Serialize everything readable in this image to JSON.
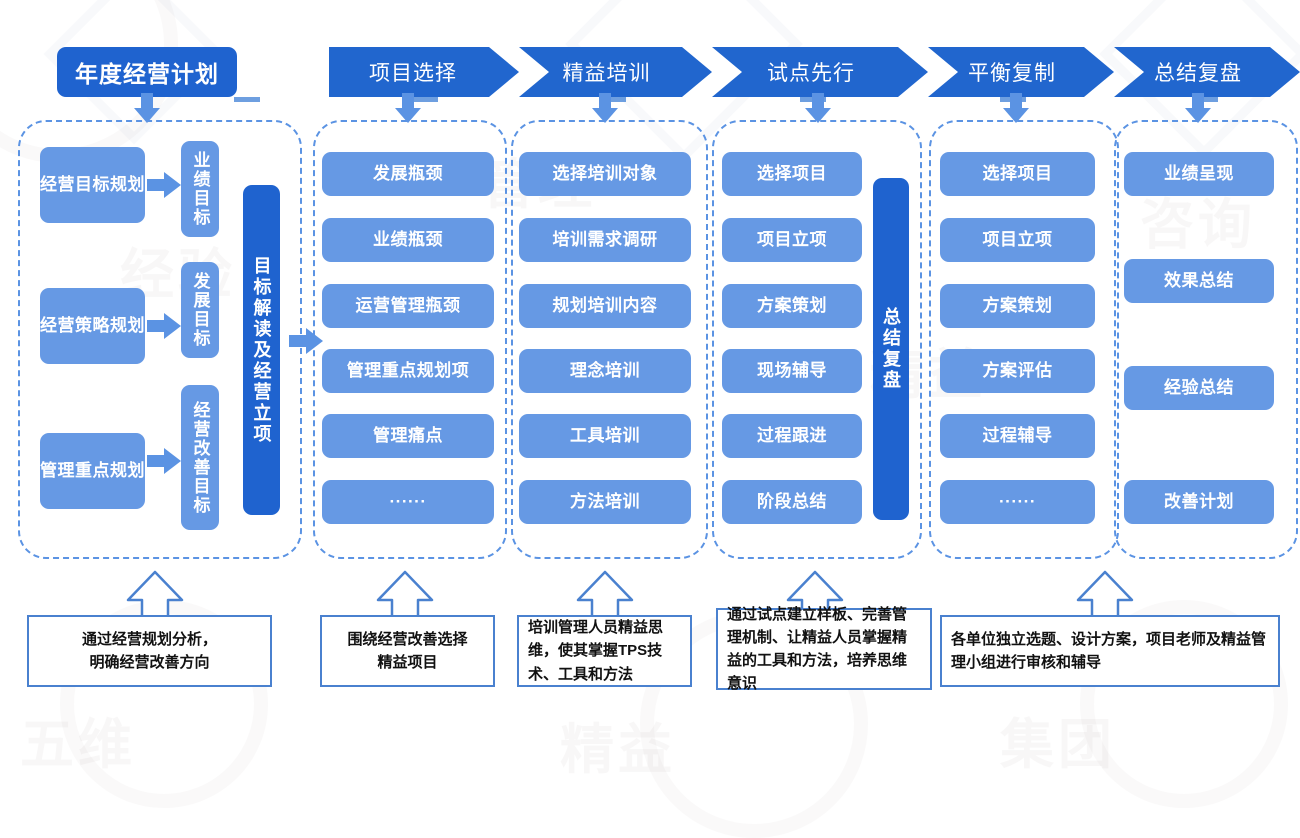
{
  "title": "年度经营计划",
  "colors": {
    "card_blue": "#6699e4",
    "dark_blue": "#1f63cf",
    "chevron_blue": "#2166ce",
    "dashed_border": "#5b93e3",
    "caption_border": "#4a81cf"
  },
  "header": {
    "banner_label": "年度经营计划",
    "stages": [
      {
        "label": "项目选择"
      },
      {
        "label": "精益培训"
      },
      {
        "label": "试点先行"
      },
      {
        "label": "平衡复制"
      },
      {
        "label": "总结复盘"
      }
    ]
  },
  "columns": [
    {
      "id": "plan",
      "pairs": [
        {
          "source": "经营目标规划",
          "target": "业绩目标"
        },
        {
          "source": "经营策略规划",
          "target": "发展目标"
        },
        {
          "source": "管理重点规划",
          "target": "经营改善目标"
        }
      ],
      "side_bar": "目标解读及经营立项"
    },
    {
      "id": "project-selection",
      "items": [
        "发展瓶颈",
        "业绩瓶颈",
        "运营管理瓶颈",
        "管理重点规划项",
        "管理痛点",
        "······"
      ]
    },
    {
      "id": "lean-training",
      "items": [
        "选择培训对象",
        "培训需求调研",
        "规划培训内容",
        "理念培训",
        "工具培训",
        "方法培训"
      ]
    },
    {
      "id": "pilot-first",
      "items": [
        "选择项目",
        "项目立项",
        "方案策划",
        "现场辅导",
        "过程跟进",
        "阶段总结"
      ],
      "side_bar": "总结复盘"
    },
    {
      "id": "balanced-replication",
      "items": [
        "选择项目",
        "项目立项",
        "方案策划",
        "方案评估",
        "过程辅导",
        "······"
      ]
    },
    {
      "id": "summary-review",
      "items": [
        "业绩呈现",
        "效果总结",
        "经验总结",
        "改善计划"
      ]
    }
  ],
  "captions": [
    {
      "id": "caption-plan",
      "text": "通过经营规划分析，\n明确经营改善方向"
    },
    {
      "id": "caption-project-selection",
      "text": "围绕经营改善选择\n精益项目"
    },
    {
      "id": "caption-lean-training",
      "text": "培训管理人员精益思维，使其掌握TPS技术、工具和方法"
    },
    {
      "id": "caption-pilot-first",
      "text": "通过试点建立样板、完善管理机制、让精益人员掌握精益的工具和方法，培养思维意识"
    },
    {
      "id": "caption-balanced-replication",
      "text": "各单位独立选题、设计方案，项目老师及精益管理小组进行审核和辅导"
    }
  ]
}
